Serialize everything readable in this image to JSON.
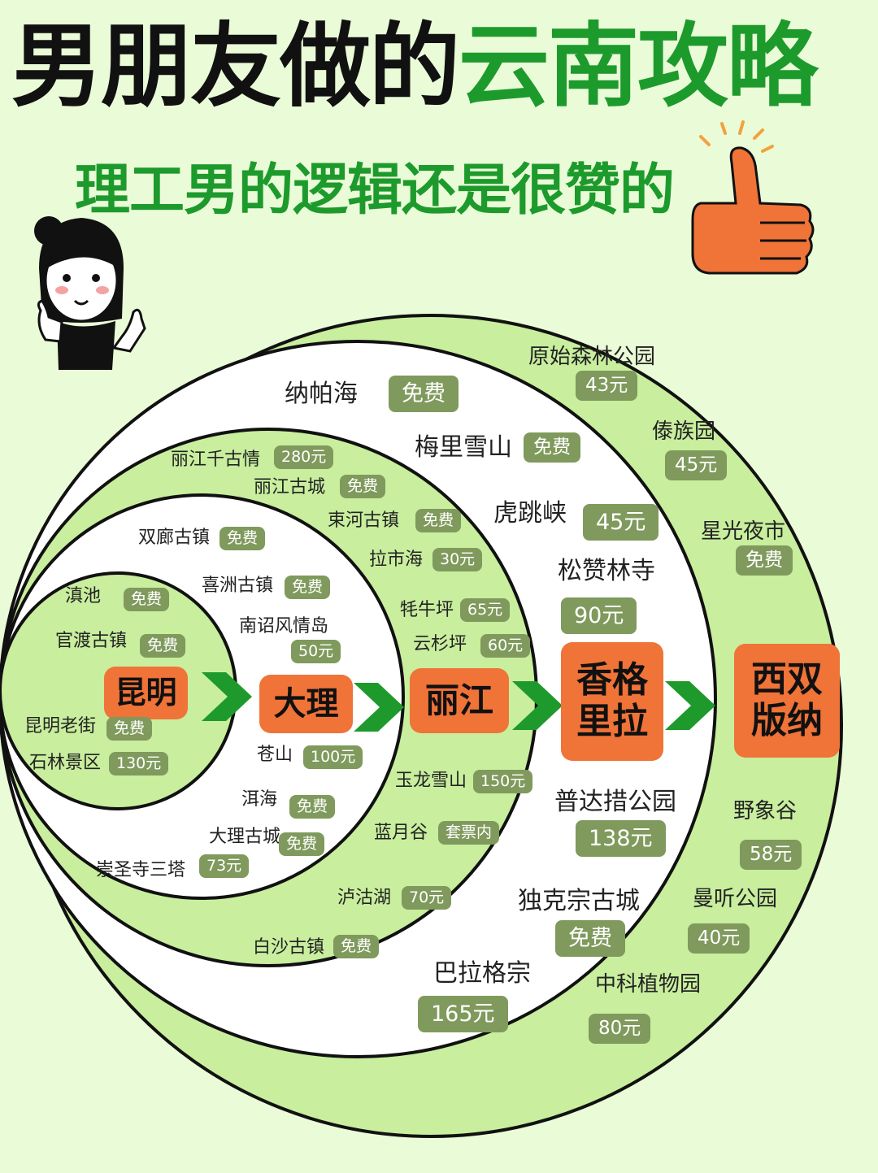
{
  "header": {
    "title_part1": "男朋友做的",
    "title_part2": "云南攻略",
    "subtitle": "理工男的逻辑还是很赞的"
  },
  "icons": [
    "thumbs-up-icon",
    "cartoon-girl-icon",
    "arrow-right-icon"
  ],
  "colors": {
    "background": "#eafbd8",
    "title_dark": "#111111",
    "title_green": "#1d9a2c",
    "ring_fill": "#c8ee9e",
    "city_orange": "#f07338",
    "tag_green": "#7f9a5c"
  },
  "cities": {
    "kunming": "昆明",
    "dali": "大理",
    "lijiang": "丽江",
    "shangrila": "香格\n里拉",
    "xishuangbanna": "西双\n版纳"
  },
  "kunming_spots": [
    {
      "name": "滇池",
      "price": "免费"
    },
    {
      "name": "官渡古镇",
      "price": "免费"
    },
    {
      "name": "昆明老街",
      "price": "免费"
    },
    {
      "name": "石林景区",
      "price": "130元"
    }
  ],
  "dali_spots": [
    {
      "name": "双廊古镇",
      "price": "免费"
    },
    {
      "name": "喜洲古镇",
      "price": "免费"
    },
    {
      "name": "南诏风情岛",
      "price": "50元"
    },
    {
      "name": "苍山",
      "price": "100元"
    },
    {
      "name": "洱海",
      "price": "免费"
    },
    {
      "name": "大理古城",
      "price": "免费"
    },
    {
      "name": "崇圣寺三塔",
      "price": "73元"
    }
  ],
  "lijiang_spots": [
    {
      "name": "丽江千古情",
      "price": "280元"
    },
    {
      "name": "丽江古城",
      "price": "免费"
    },
    {
      "name": "束河古镇",
      "price": "免费"
    },
    {
      "name": "拉市海",
      "price": "30元"
    },
    {
      "name": "牦牛坪",
      "price": "65元"
    },
    {
      "name": "云杉坪",
      "price": "60元"
    },
    {
      "name": "玉龙雪山",
      "price": "150元"
    },
    {
      "name": "蓝月谷",
      "price": "套票内"
    },
    {
      "name": "泸沽湖",
      "price": "70元"
    },
    {
      "name": "白沙古镇",
      "price": "免费"
    }
  ],
  "shangrila_spots": [
    {
      "name": "纳帕海",
      "price": "免费"
    },
    {
      "name": "梅里雪山",
      "price": "免费"
    },
    {
      "name": "虎跳峡",
      "price": "45元"
    },
    {
      "name": "松赞林寺",
      "price": "90元"
    },
    {
      "name": "普达措公园",
      "price": "138元"
    },
    {
      "name": "独克宗古城",
      "price": "免费"
    },
    {
      "name": "巴拉格宗",
      "price": "165元"
    }
  ],
  "banna_spots": [
    {
      "name": "原始森林公园",
      "price": "43元"
    },
    {
      "name": "傣族园",
      "price": "45元"
    },
    {
      "name": "星光夜市",
      "price": "免费"
    },
    {
      "name": "野象谷",
      "price": "58元"
    },
    {
      "name": "曼听公园",
      "price": "40元"
    },
    {
      "name": "中科植物园",
      "price": "80元"
    }
  ]
}
